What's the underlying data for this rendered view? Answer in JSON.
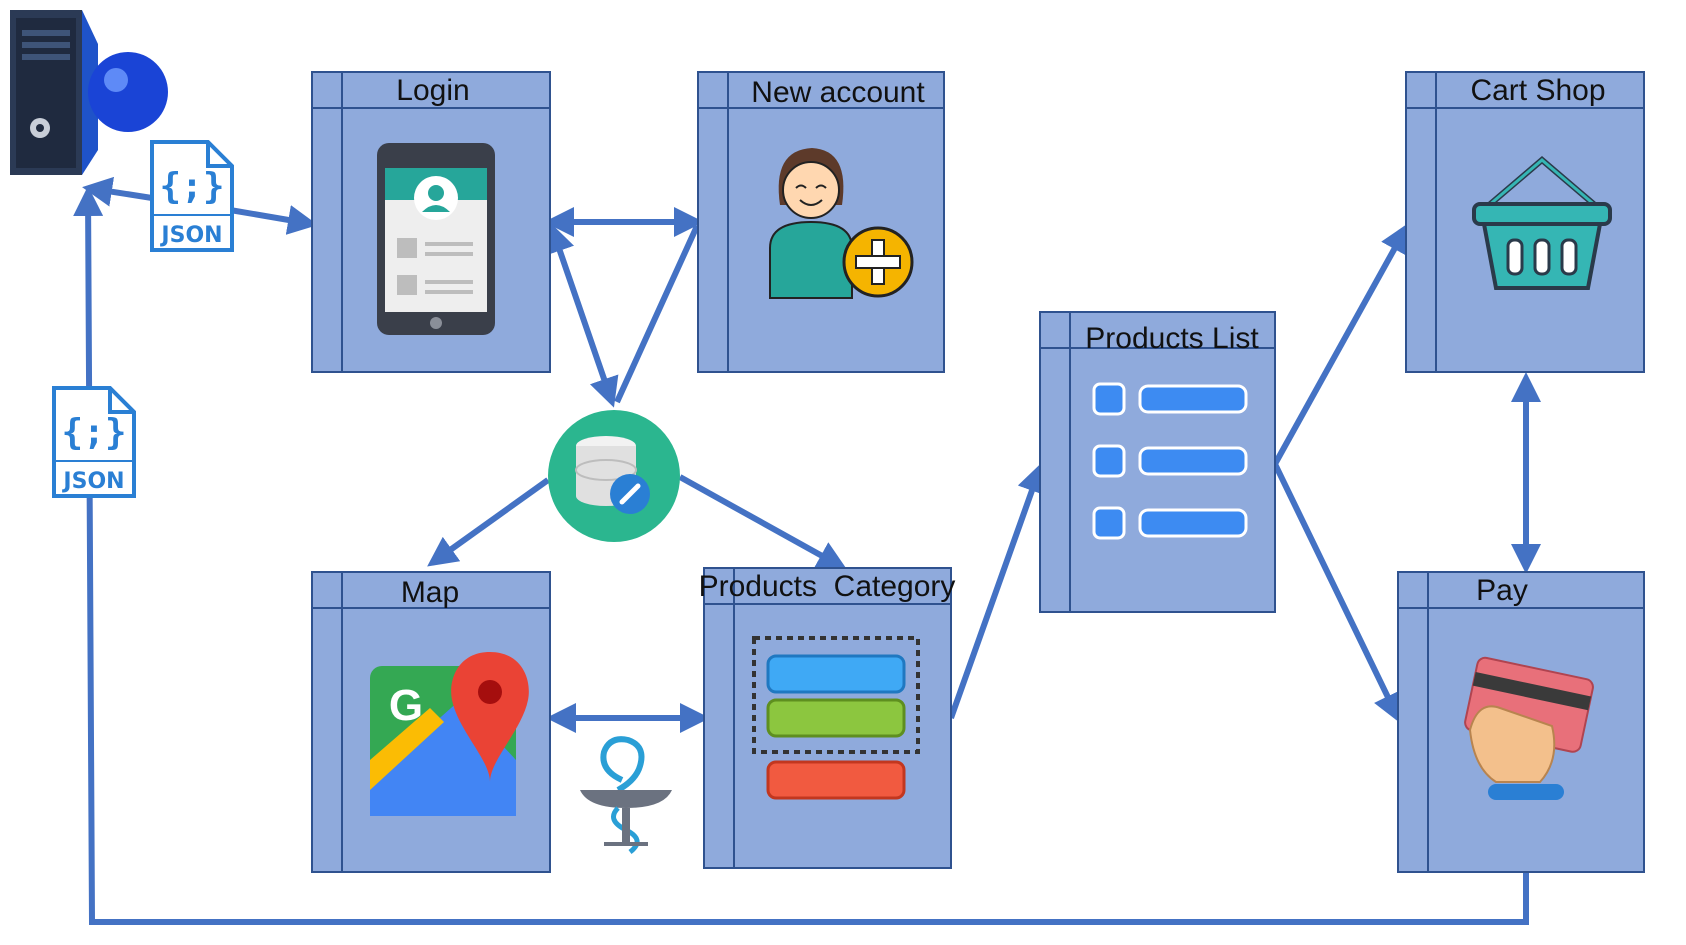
{
  "panels": {
    "login": {
      "title": "Login"
    },
    "new_account": {
      "title": "New account"
    },
    "cart_shop": {
      "title": "Cart Shop"
    },
    "products_list": {
      "title": "Products List"
    },
    "map": {
      "title": "Map"
    },
    "products_category": {
      "title": "Products  Category"
    },
    "pay": {
      "title": "Pay"
    }
  },
  "json_badges": {
    "label": "JSON",
    "braces": "{;}"
  },
  "icons": {
    "server": "server-icon",
    "login": "mobile-login-icon",
    "new_account": "add-user-icon",
    "database": "database-settings-icon",
    "map": "google-maps-icon",
    "pharmacy": "pharmacy-icon",
    "category": "category-bars-icon",
    "list": "product-list-icon",
    "basket": "shopping-basket-icon",
    "payment": "card-payment-icon"
  },
  "colors": {
    "panel_fill": "#8faadc",
    "panel_stroke": "#2f528f",
    "arrow": "#4472c4",
    "json_blue": "#2a7fd4"
  }
}
